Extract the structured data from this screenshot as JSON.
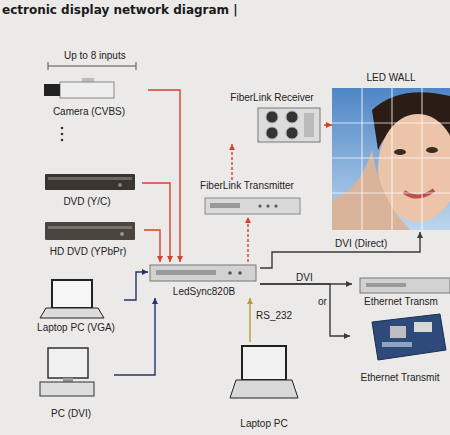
{
  "diagram": {
    "title": "ectronic display network diagram |",
    "nodes": [
      {
        "text": [
          "Camera (CVBS)"
        ]
      },
      {
        "text": [
          "DVD (Y/C)"
        ]
      },
      {
        "text": [
          "HD DVD (YPbPr)"
        ]
      },
      {
        "text": [
          "Laptop PC (VGA)"
        ]
      },
      {
        "text": [
          "PC (DVI)"
        ]
      },
      {
        "text": [
          "FiberLink Receiver"
        ]
      },
      {
        "text": [
          "FiberLink Transmitter"
        ]
      },
      {
        "text": [
          "LED WALL"
        ]
      },
      {
        "text": [
          "LedSync820B"
        ]
      },
      {
        "text": [
          "Ethernet Transm"
        ]
      },
      {
        "text": [
          "Ethernet Transmit"
        ]
      },
      {
        "text": [
          "Laptop PC"
        ]
      }
    ],
    "edges": [
      {
        "from": 0,
        "to": 8,
        "arrow": "to"
      },
      {
        "from": 1,
        "to": 8,
        "arrow": "to"
      },
      {
        "from": 2,
        "to": 8,
        "arrow": "to"
      },
      {
        "from": 3,
        "to": 8,
        "arrow": "to"
      },
      {
        "from": 4,
        "to": 8,
        "arrow": "to"
      },
      {
        "from": 8,
        "to": 6,
        "arrow": "to"
      },
      {
        "from": 6,
        "to": 5,
        "arrow": "to"
      },
      {
        "from": 5,
        "to": 7,
        "arrow": "to"
      },
      {
        "from": 8,
        "to": 7,
        "label": "DVI (Direct)",
        "arrow": "to"
      },
      {
        "from": 8,
        "to": 9,
        "label": "DVI",
        "arrow": "to"
      },
      {
        "from": 8,
        "to": 10,
        "label": "or",
        "arrow": "to"
      },
      {
        "from": 11,
        "to": 8,
        "label": "RS_232",
        "arrow": "to"
      }
    ],
    "labels": [
      "Up to 8 inputs"
    ]
  }
}
